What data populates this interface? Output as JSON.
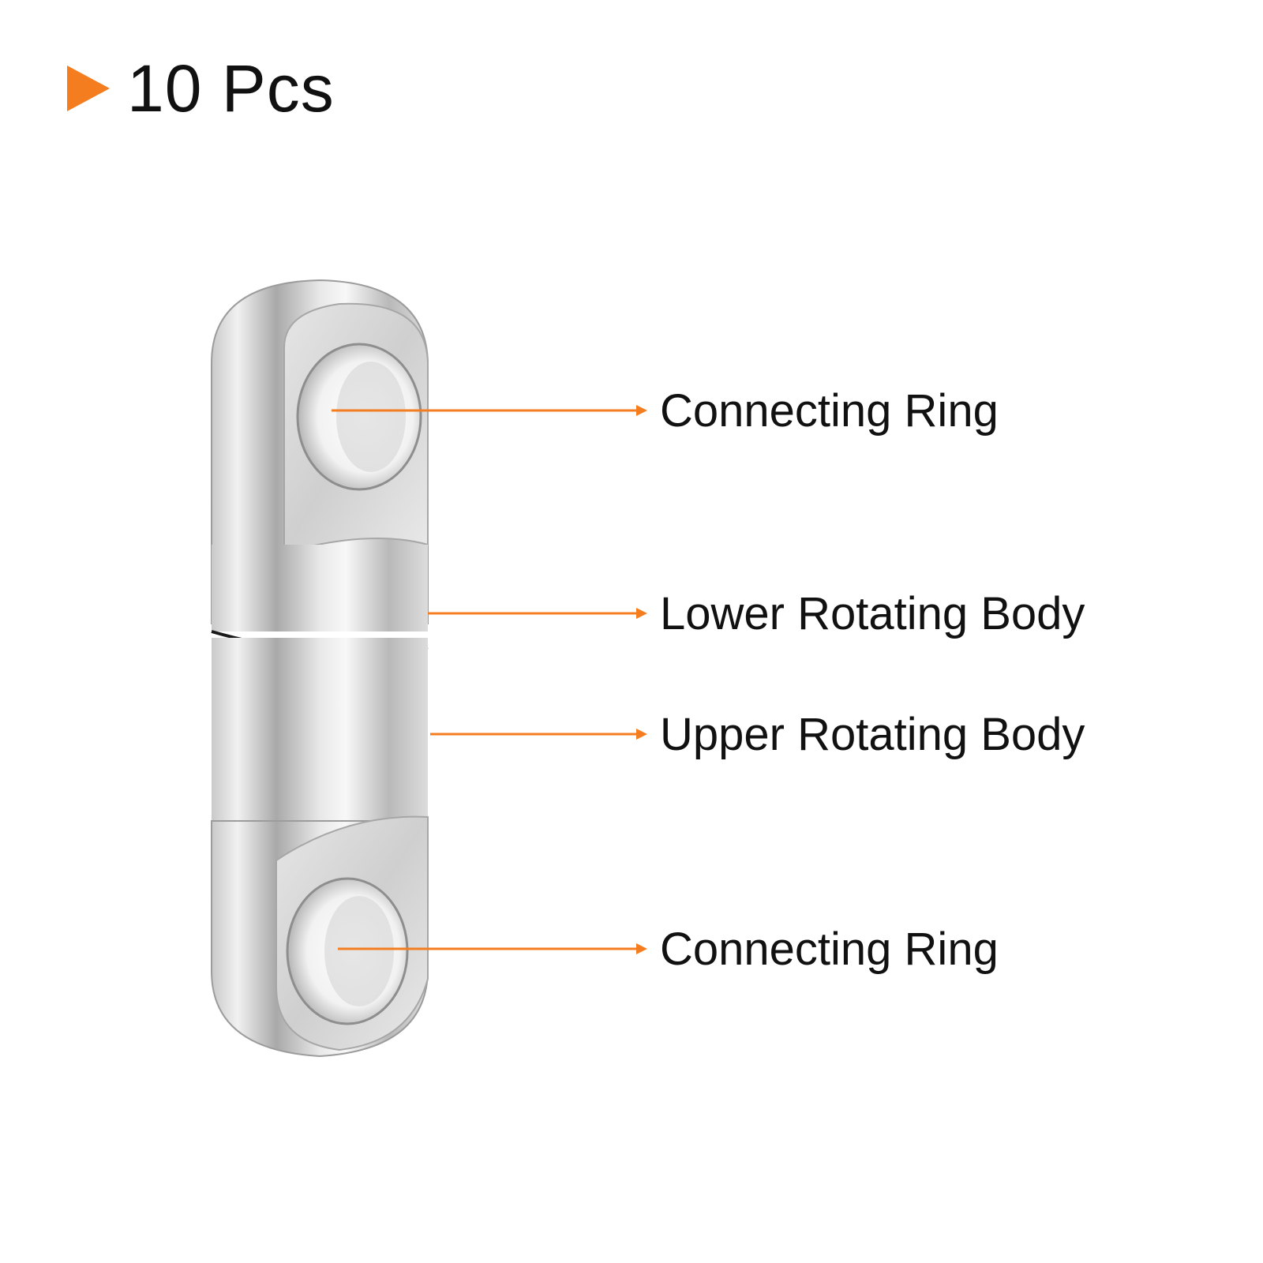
{
  "header": {
    "title": "10 Pcs",
    "arrow_color": "#f47d20"
  },
  "callout_color": "#f47d20",
  "labels": {
    "connecting_ring_top": "Connecting Ring",
    "lower_rotating_body": "Lower Rotating Body",
    "upper_rotating_body": "Upper Rotating Body",
    "connecting_ring_bottom": "Connecting Ring"
  }
}
